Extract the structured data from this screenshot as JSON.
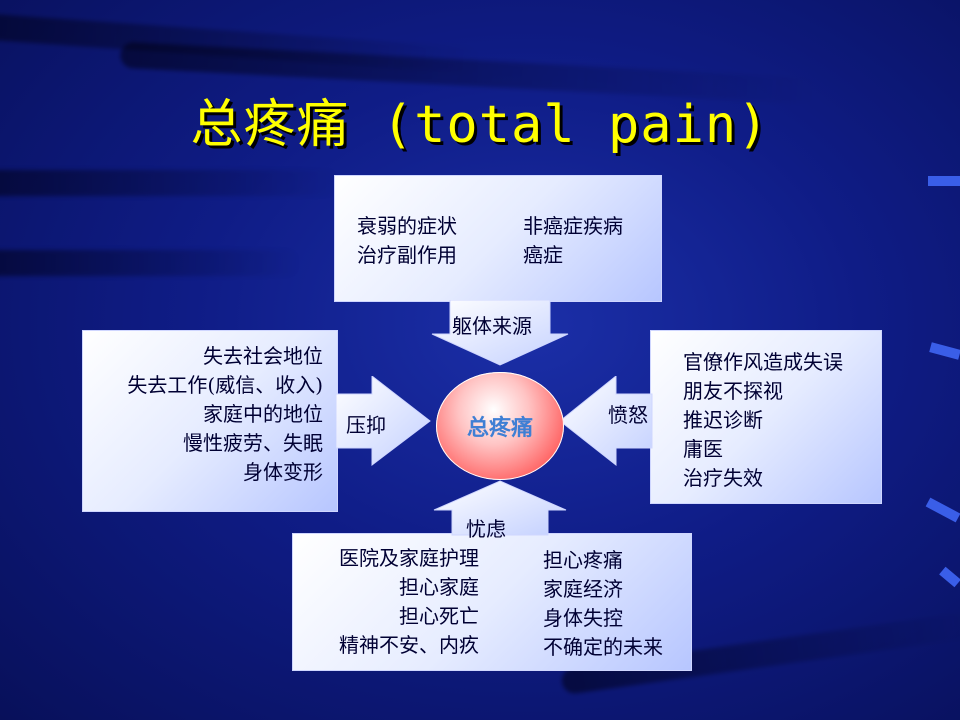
{
  "title": "总疼痛 (total pain)",
  "center": "总疼痛",
  "top": {
    "arrow": "躯体来源",
    "left_col": [
      "衰弱的症状",
      "治疗副作用"
    ],
    "right_col": [
      "非癌症疾病",
      "癌症"
    ]
  },
  "left": {
    "arrow": "压抑",
    "items": [
      "失去社会地位",
      "失去工作(威信、收入)",
      "家庭中的地位",
      "慢性疲劳、失眠",
      "身体变形"
    ]
  },
  "right": {
    "arrow": "愤怒",
    "items": [
      "官僚作风造成失误",
      "朋友不探视",
      "推迟诊断",
      "庸医",
      "治疗失效"
    ]
  },
  "bottom": {
    "arrow": "忧虑",
    "left_col": [
      "医院及家庭护理",
      "担心家庭",
      "担心死亡",
      "精神不安、内疚"
    ],
    "right_col": [
      "担心疼痛",
      "家庭经济",
      "身体失控",
      "不确定的未来"
    ]
  }
}
